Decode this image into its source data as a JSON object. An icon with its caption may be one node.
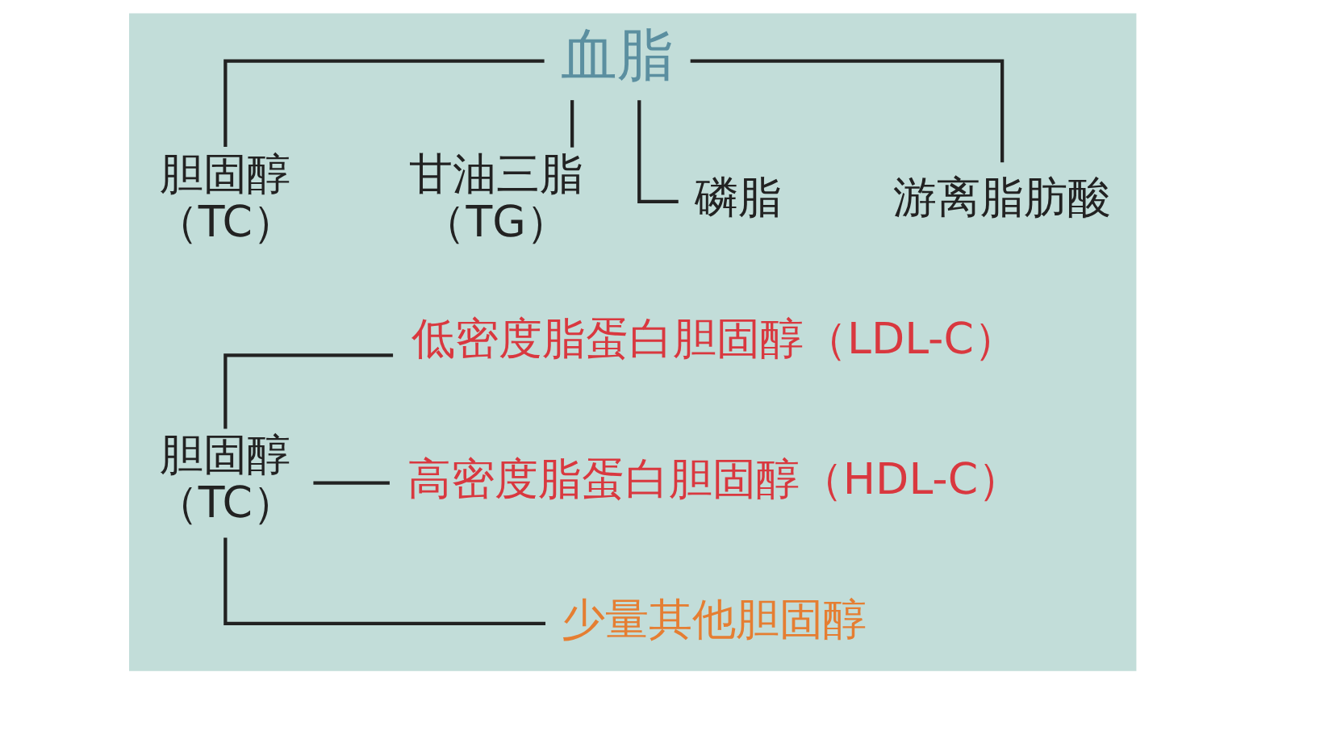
{
  "diagram": {
    "nodes": [
      {
        "text": [
          "血脂"
        ]
      },
      {
        "text": [
          "胆固醇（TC）"
        ]
      },
      {
        "text": [
          "甘油三脂（TG）"
        ]
      },
      {
        "text": [
          "磷脂"
        ]
      },
      {
        "text": [
          "游离脂肪酸"
        ]
      },
      {
        "text": [
          "胆固醇（TC）"
        ]
      },
      {
        "text": [
          "低密度脂蛋白胆固醇（LDL-C）"
        ]
      },
      {
        "text": [
          "高密度脂蛋白胆固醇（HDL-C）"
        ]
      },
      {
        "text": [
          "少量其他胆固醇"
        ]
      }
    ],
    "edges": [
      {
        "from": 0,
        "to": 1,
        "arrow": "none"
      },
      {
        "from": 0,
        "to": 2,
        "arrow": "none"
      },
      {
        "from": 0,
        "to": 3,
        "arrow": "none"
      },
      {
        "from": 0,
        "to": 4,
        "arrow": "none"
      },
      {
        "from": 5,
        "to": 6,
        "arrow": "none"
      },
      {
        "from": 5,
        "to": 7,
        "arrow": "none"
      },
      {
        "from": 5,
        "to": 8,
        "arrow": "none"
      }
    ]
  }
}
